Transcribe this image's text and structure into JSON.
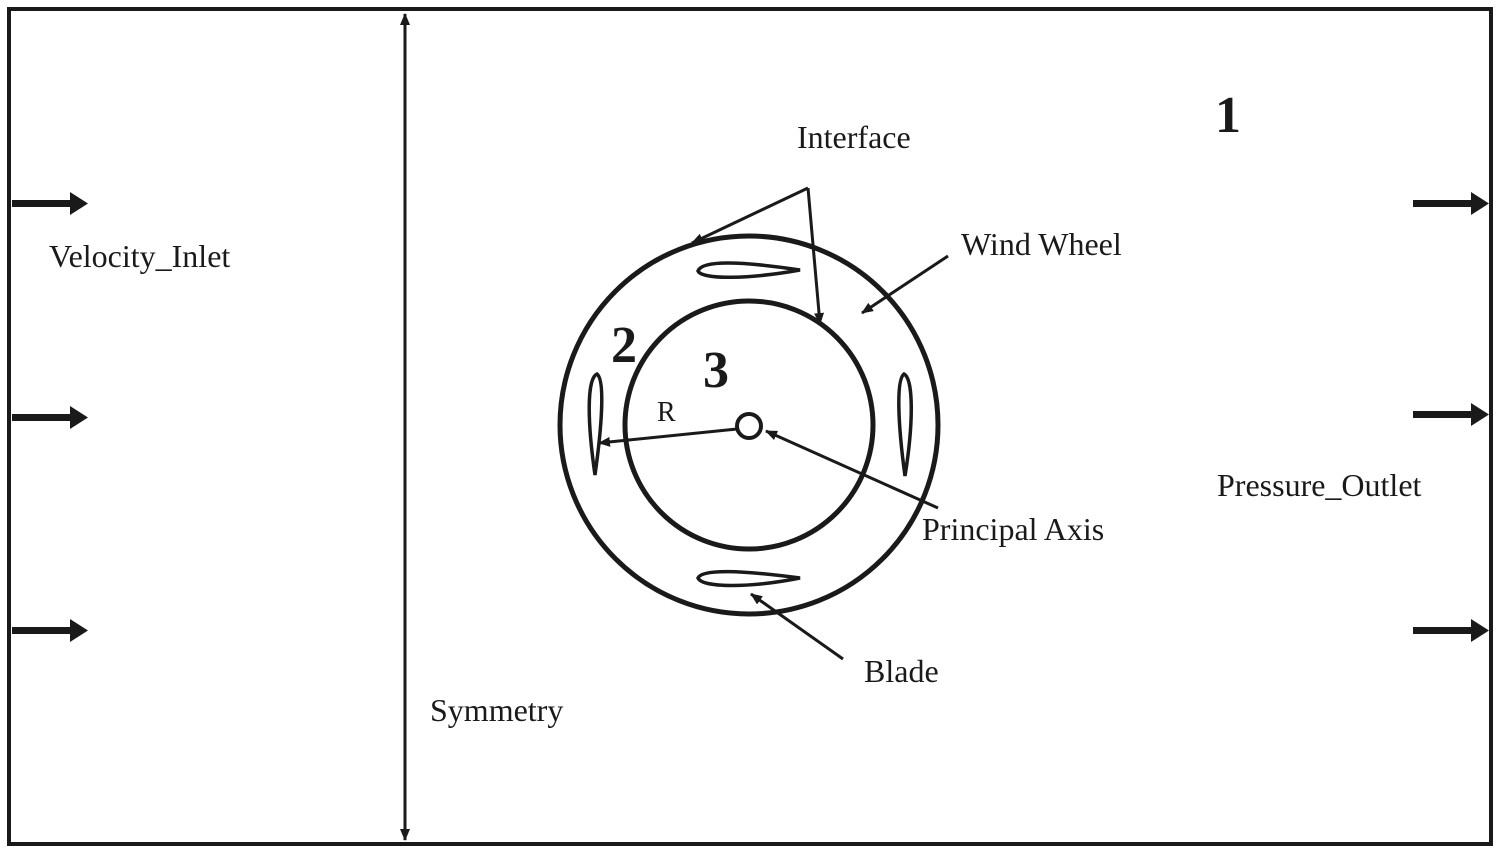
{
  "boundaries": {
    "inlet": "Velocity_Inlet",
    "outlet": "Pressure_Outlet",
    "symmetry": "Symmetry"
  },
  "callouts": {
    "interface": "Interface",
    "wind_wheel": "Wind Wheel",
    "principal_axis": "Principal Axis",
    "blade": "Blade",
    "radius": "R"
  },
  "zones": {
    "outer": "1",
    "rotating": "2",
    "inner": "3"
  },
  "colors": {
    "ink": "#1a1a1a",
    "background": "#ffffff"
  }
}
